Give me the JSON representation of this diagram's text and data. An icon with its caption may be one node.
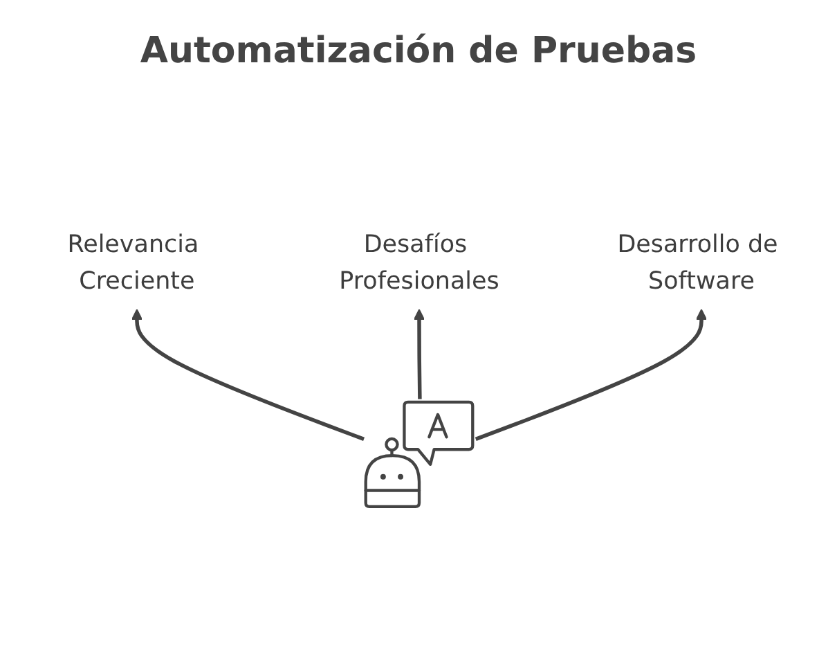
{
  "diagram": {
    "title": "Automatización de Pruebas",
    "nodes": [
      {
        "text": [
          "Relevancia Creciente"
        ]
      },
      {
        "text": [
          "Desafíos Profesionales"
        ]
      },
      {
        "text": [],
        "shape": "picture"
      },
      {
        "text": [
          "Desarrollo de Software"
        ]
      }
    ],
    "edges": [
      {
        "from": 2,
        "to": 0,
        "arrow": "to"
      },
      {
        "from": 2,
        "to": 1,
        "arrow": "to"
      },
      {
        "from": 2,
        "to": 3,
        "arrow": "to"
      }
    ]
  }
}
